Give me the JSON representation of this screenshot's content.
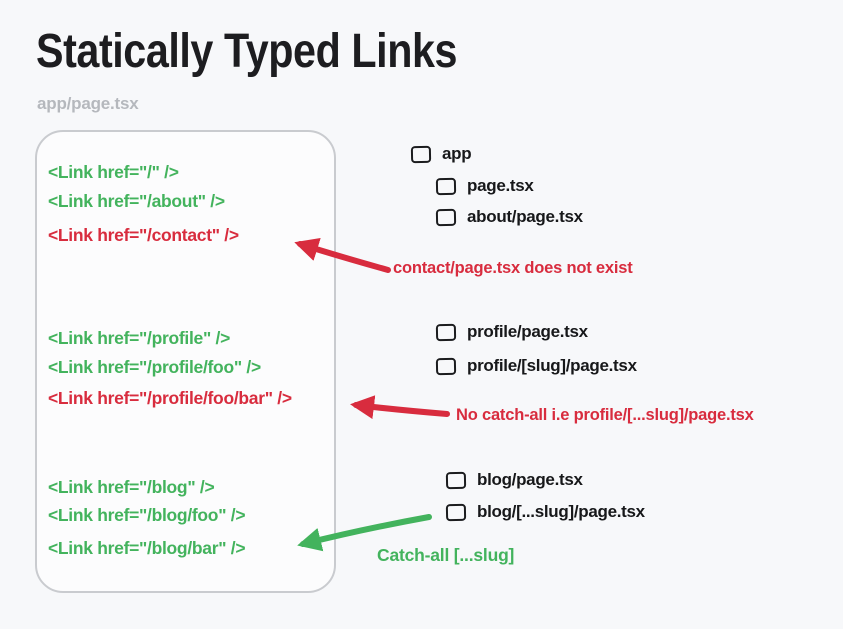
{
  "page": {
    "title": "Statically Typed Links",
    "file_label": "app/page.tsx",
    "colors": {
      "green": "#43b35d",
      "red": "#d82c3e",
      "ink": "#1b1c1e",
      "muted_gray": "#b5b8bd",
      "panel_border": "#c9cbcf",
      "background": "#f7f8fa"
    }
  },
  "code": {
    "lines": [
      {
        "text": "<Link href=\"/\" />",
        "status": "valid"
      },
      {
        "text": "<Link href=\"/about\" />",
        "status": "valid"
      },
      {
        "text": "<Link href=\"/contact\" />",
        "status": "invalid"
      },
      {
        "text": "<Link href=\"/profile\" />",
        "status": "valid"
      },
      {
        "text": "<Link href=\"/profile/foo\" />",
        "status": "valid"
      },
      {
        "text": "<Link href=\"/profile/foo/bar\" />",
        "status": "invalid"
      },
      {
        "text": "<Link href=\"/blog\" />",
        "status": "valid"
      },
      {
        "text": "<Link href=\"/blog/foo\" />",
        "status": "valid"
      },
      {
        "text": "<Link href=\"/blog/bar\" />",
        "status": "valid"
      }
    ]
  },
  "file_tree": {
    "items": [
      {
        "label": "app"
      },
      {
        "label": "page.tsx"
      },
      {
        "label": "about/page.tsx"
      },
      {
        "label": "profile/page.tsx"
      },
      {
        "label": "profile/[slug]/page.tsx"
      },
      {
        "label": "blog/page.tsx"
      },
      {
        "label": "blog/[...slug]/page.tsx"
      }
    ]
  },
  "annotations": [
    {
      "text": "contact/page.tsx does not exist",
      "tone": "red"
    },
    {
      "text": "No catch-all i.e profile/[...slug]/page.tsx",
      "tone": "red"
    },
    {
      "text": "Catch-all [...slug]",
      "tone": "green"
    }
  ]
}
